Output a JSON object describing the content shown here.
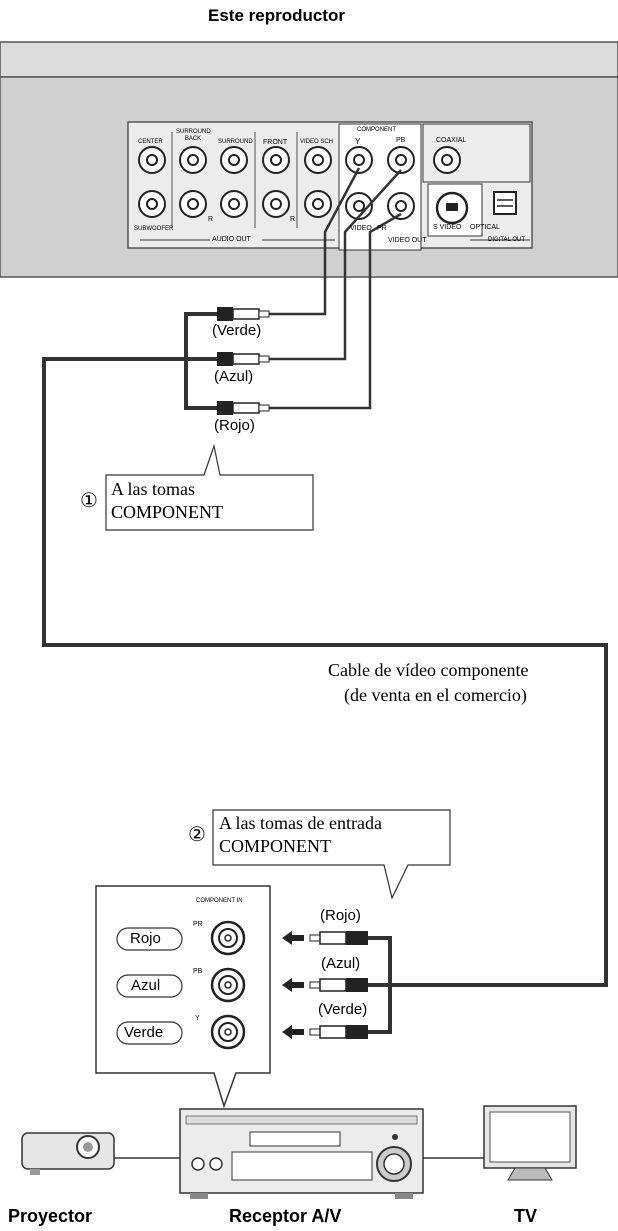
{
  "title": "Este reproductor",
  "panel": {
    "audio_jacks_top": [
      "CENTER",
      "SURROUND BACK",
      "SURROUND",
      "FRONT",
      "VIDEO SCH"
    ],
    "audio_jack_bottom_left": "SUBWOOFER",
    "audio_out": "AUDIO OUT",
    "component": "COMPONENT",
    "y": "Y",
    "pb": "PB",
    "pr": "PR",
    "video": "VIDEO",
    "video_out": "VIDEO OUT",
    "coaxial": "COAXIAL",
    "s_video": "S VIDEO",
    "optical": "OPTICAL",
    "digital_out": "DIGITAL OUT",
    "r_mark": "R"
  },
  "plugs_top": [
    "(Verde)",
    "(Azul)",
    "(Rojo)"
  ],
  "callout1": {
    "number": "①",
    "line1": "A las tomas",
    "line2": "COMPONENT"
  },
  "cable_label": {
    "line1": "Cable de vídeo componente",
    "line2": "(de venta en el comercio)"
  },
  "callout2": {
    "number": "②",
    "line1": "A las tomas de entrada",
    "line2": "COMPONENT"
  },
  "component_in": {
    "header": "COMPONENT IN",
    "rows": [
      {
        "name": "Rojo",
        "tag": "PR"
      },
      {
        "name": "Azul",
        "tag": "PB"
      },
      {
        "name": "Verde",
        "tag": "Y"
      }
    ]
  },
  "plugs_bottom": [
    "(Rojo)",
    "(Azul)",
    "(Verde)"
  ],
  "devices": {
    "projector": "Proyector",
    "receiver": "Receptor A/V",
    "tv": "TV"
  }
}
